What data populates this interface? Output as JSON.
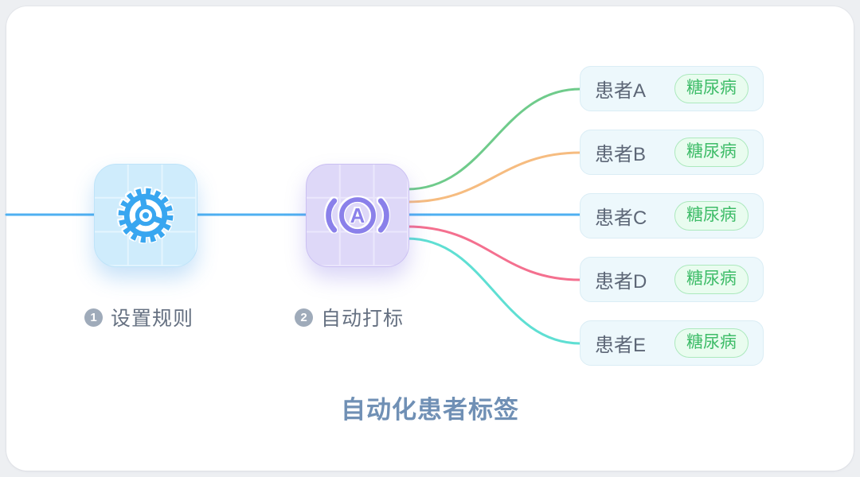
{
  "diagram": {
    "title": "自动化患者标签",
    "steps": [
      {
        "num": "1",
        "label": "设置规则"
      },
      {
        "num": "2",
        "label": "自动打标"
      }
    ],
    "auto_tag_letter": "A",
    "patients": [
      {
        "name": "患者A",
        "tag": "糖尿病",
        "wire_color": "#6fcb8b"
      },
      {
        "name": "患者B",
        "tag": "糖尿病",
        "wire_color": "#f6bc80"
      },
      {
        "name": "患者C",
        "tag": "糖尿病",
        "wire_color": "#4fb0f1"
      },
      {
        "name": "患者D",
        "tag": "糖尿病",
        "wire_color": "#f4708f"
      },
      {
        "name": "患者E",
        "tag": "糖尿病",
        "wire_color": "#5fdfd3"
      }
    ],
    "colors": {
      "gear_blue": "#38a6f0",
      "auto_tag_purple": "#8a80ea",
      "badge_green": "#3ebc68",
      "badge_bg": "#e9fcef",
      "title_blue": "#7090b5",
      "node_blue_bg": "#cfecfc",
      "node_purple_bg": "#ded8f8",
      "card_bg": "#edf8fc"
    }
  }
}
